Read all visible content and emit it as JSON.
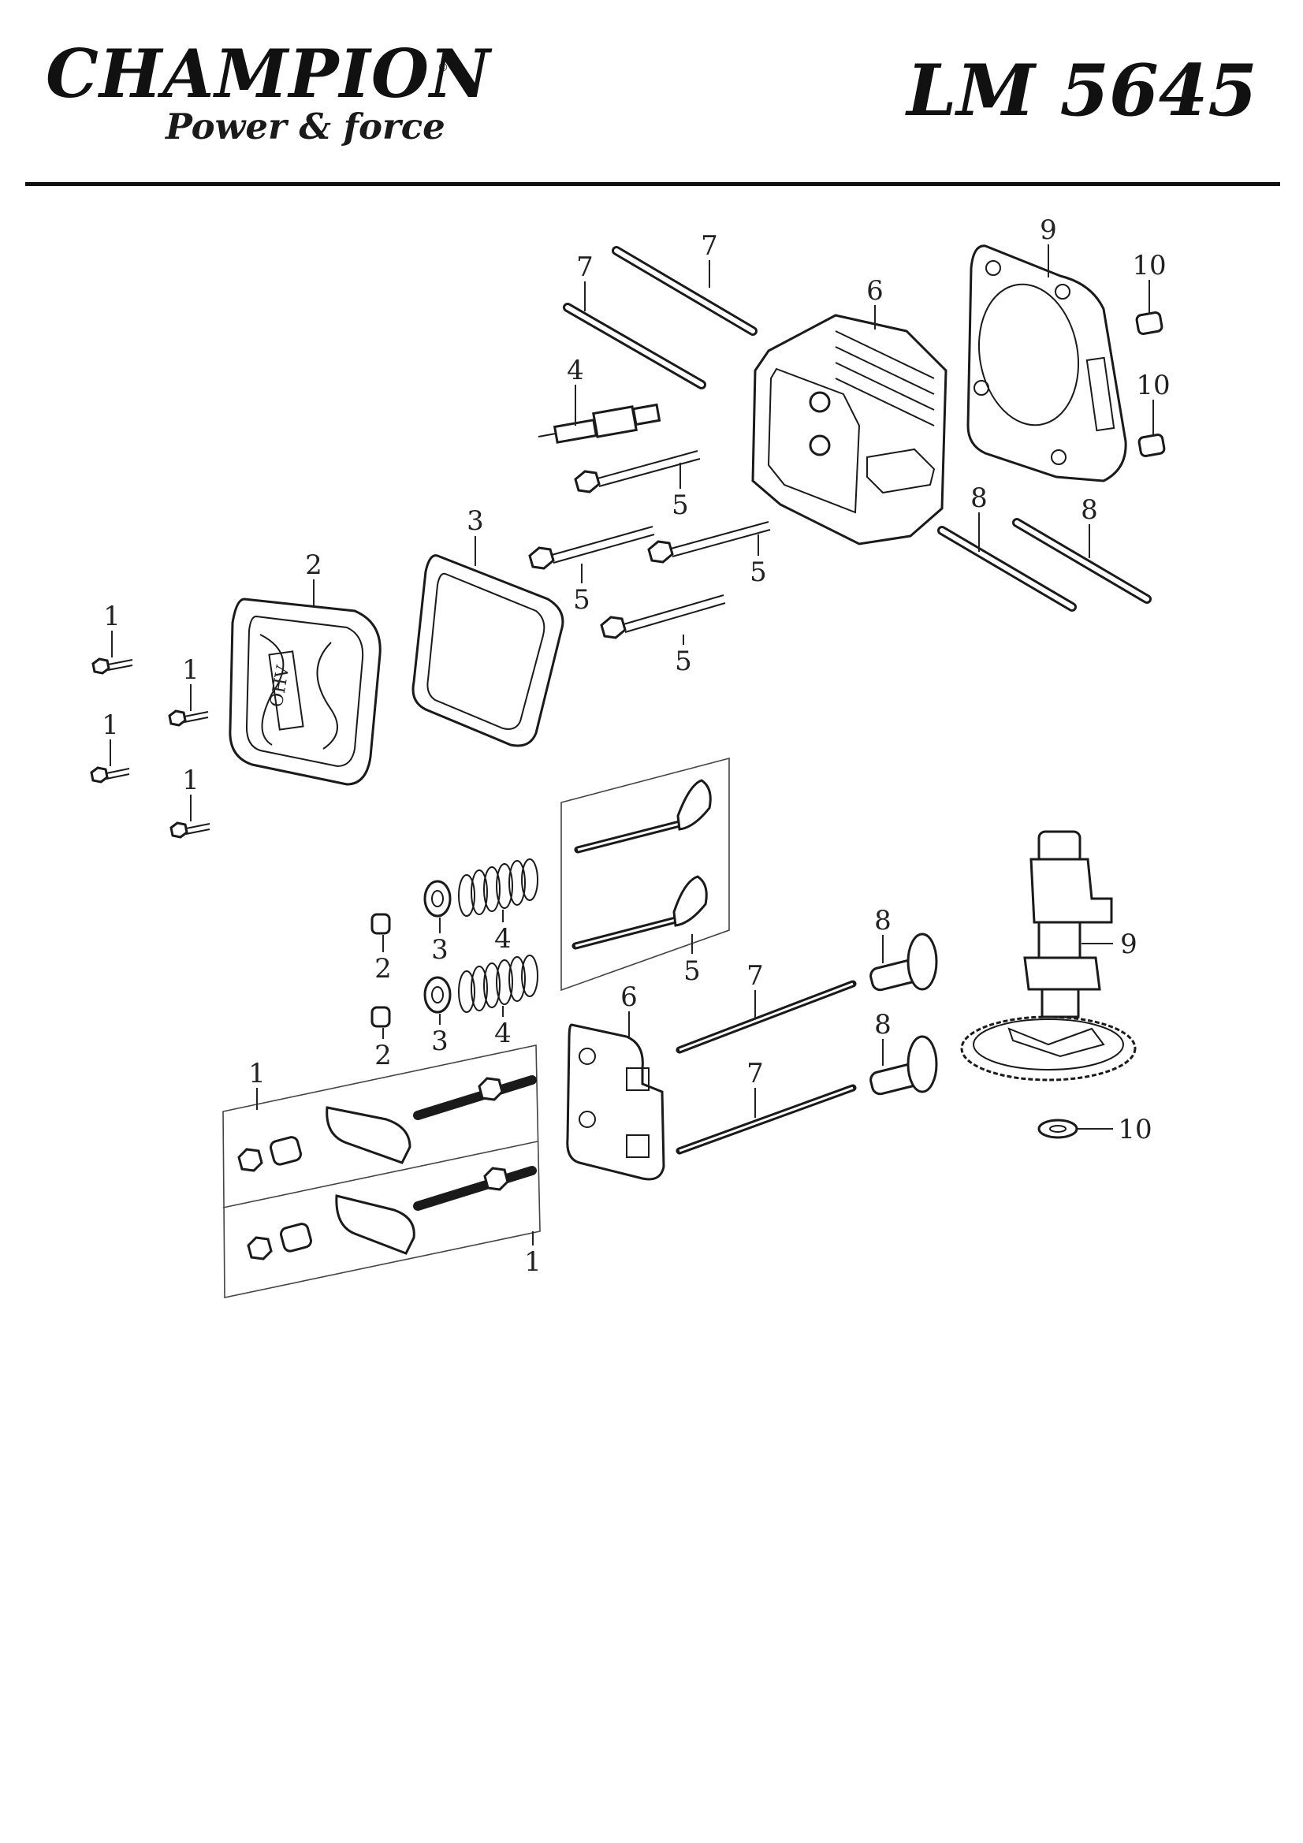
{
  "header": {
    "brand": "CHAMPION",
    "registered_mark": "®",
    "tagline": "Power & force",
    "model": "LM 5645"
  },
  "diagram": {
    "labels": {
      "top_1a": "1",
      "top_1b": "1",
      "top_1c": "1",
      "top_1d": "1",
      "top_2": "2",
      "top_3": "3",
      "top_4": "4",
      "top_5a": "5",
      "top_5b": "5",
      "top_5c": "5",
      "top_5d": "5",
      "top_6": "6",
      "top_7a": "7",
      "top_7b": "7",
      "top_8a": "8",
      "top_8b": "8",
      "top_9": "9",
      "top_10a": "10",
      "top_10b": "10",
      "bot_1a": "1",
      "bot_1b": "1",
      "bot_2a": "2",
      "bot_2b": "2",
      "bot_3a": "3",
      "bot_3b": "3",
      "bot_4a": "4",
      "bot_4b": "4",
      "bot_5": "5",
      "bot_6": "6",
      "bot_7a": "7",
      "bot_7b": "7",
      "bot_8a": "8",
      "bot_8b": "8",
      "bot_9": "9",
      "bot_10": "10"
    },
    "cover_stamp": "OHV"
  }
}
